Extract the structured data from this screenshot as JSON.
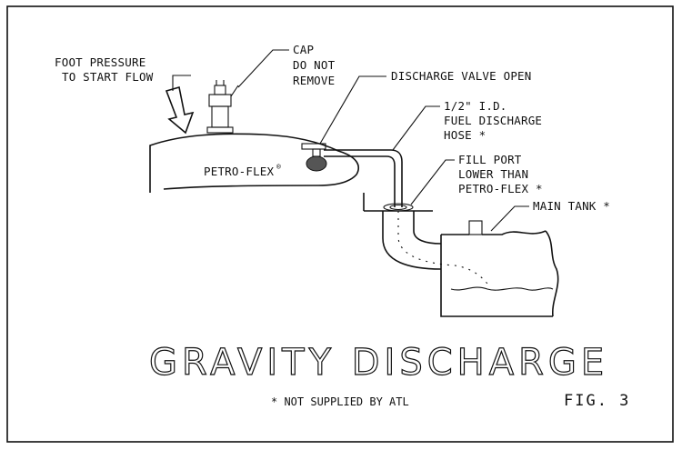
{
  "labels": {
    "foot_pressure": [
      "FOOT PRESSURE",
      "TO START FLOW"
    ],
    "cap": [
      "CAP",
      "DO NOT",
      "REMOVE"
    ],
    "discharge_valve": "DISCHARGE VALVE OPEN",
    "hose": [
      "1/2\" I.D.",
      "FUEL DISCHARGE",
      "HOSE *"
    ],
    "fill_port": [
      "FILL PORT",
      "LOWER THAN",
      "PETRO-FLEX *"
    ],
    "main_tank": "MAIN TANK *",
    "bladder": "PETRO-FLEX",
    "registered_mark": "®"
  },
  "title": "GRAVITY DISCHARGE",
  "footnote": "* NOT SUPPLIED BY ATL",
  "figure_number": "FIG. 3"
}
